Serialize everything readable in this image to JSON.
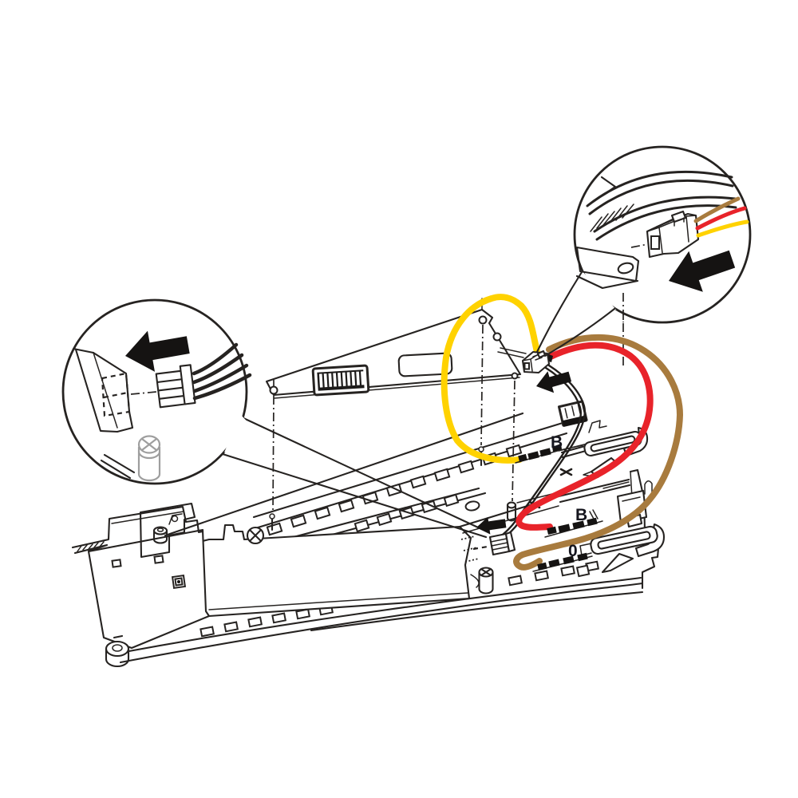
{
  "diagram": {
    "terminal_labels": {
      "b_upper": "B",
      "b_lower": "B",
      "zero": "0"
    },
    "colors": {
      "wire_yellow": "#FFD200",
      "wire_red": "#E8232A",
      "wire_brown": "#A87B3E",
      "cable_black": "#211E1C",
      "line": "#262321",
      "arrow_black": "#151312",
      "screw_gray": "#9E9E9E",
      "background": "#FFFFFF"
    }
  }
}
